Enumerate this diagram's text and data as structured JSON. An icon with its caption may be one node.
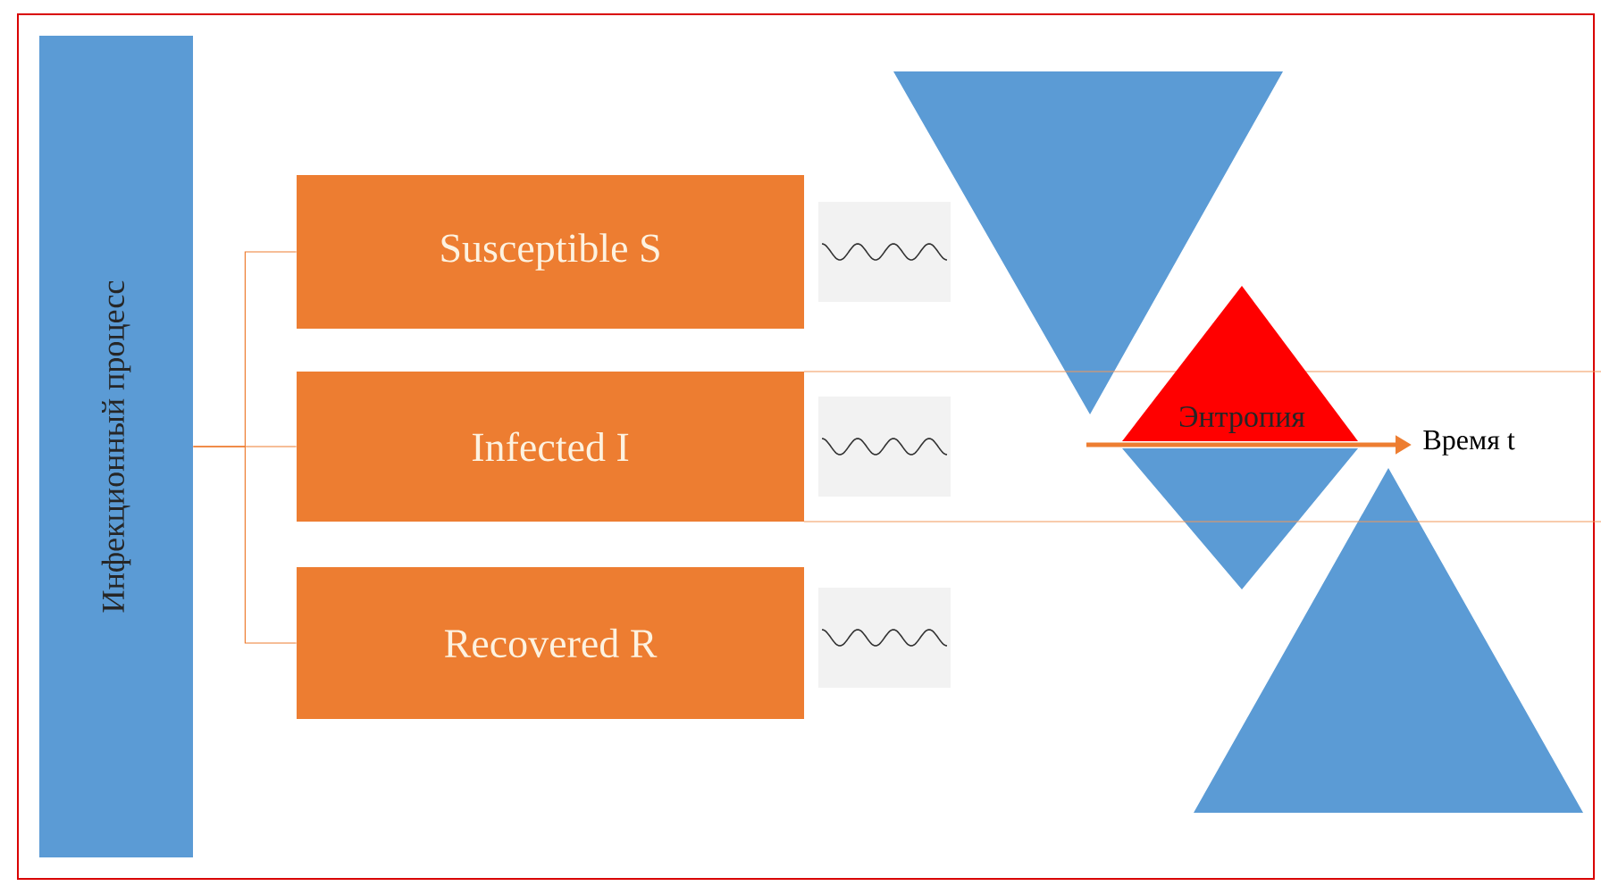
{
  "diagram": {
    "nodes": [
      {
        "text": [
          "Инфекционный процесс"
        ]
      },
      {
        "text": [
          "Susceptible  S"
        ]
      },
      {
        "text": [
          "Infected I"
        ]
      },
      {
        "text": [
          "Recovered R"
        ]
      },
      {
        "text": [
          "Энтропия"
        ]
      }
    ],
    "edges": [
      {
        "from": 0,
        "to": 1,
        "arrow": "none"
      },
      {
        "from": 0,
        "to": 2,
        "arrow": "none"
      },
      {
        "from": 0,
        "to": 3,
        "arrow": "none"
      }
    ],
    "labels": [
      "Время t"
    ]
  }
}
